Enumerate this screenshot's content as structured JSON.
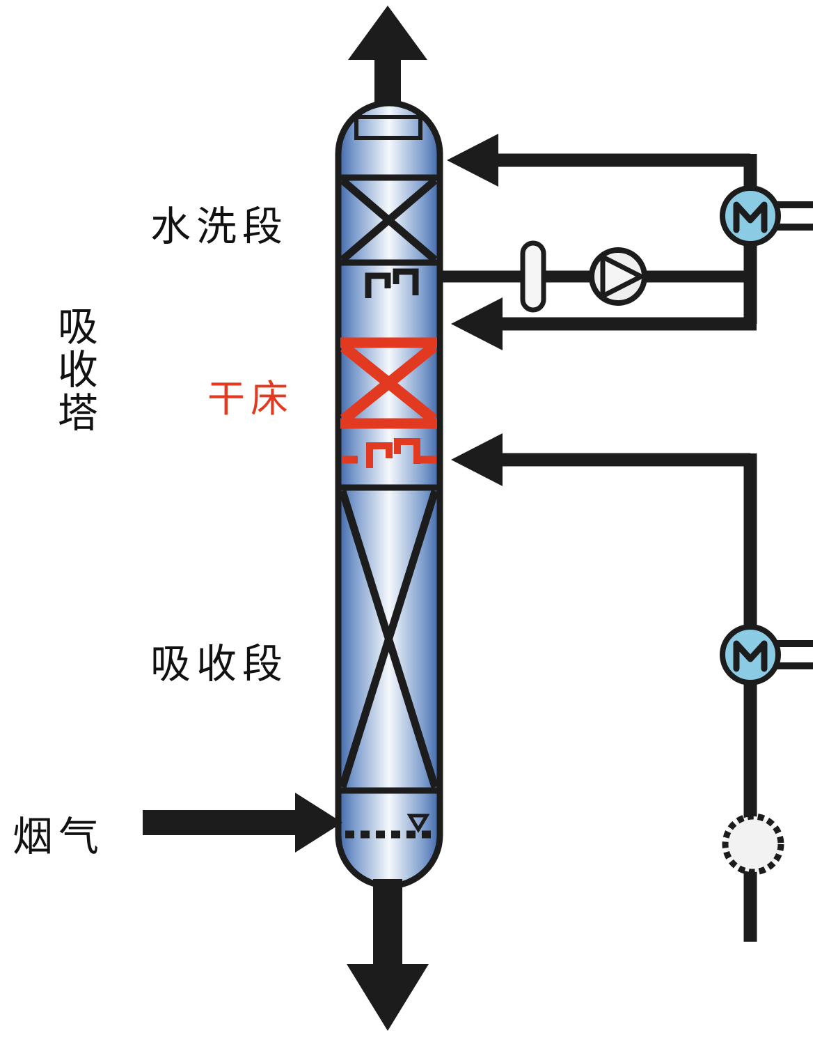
{
  "title": "absorption-tower-process-diagram",
  "labels": {
    "wash_section": "水洗段",
    "tower_name": "吸收塔",
    "dry_bed": "干床",
    "absorption_section": "吸收段",
    "flue_gas": "烟气"
  },
  "colors": {
    "line_black": "#1c1c1c",
    "dry_bed_red": "#e23a20",
    "exchanger_blue": "#8ccbe4",
    "column_edge_blue": "#3f66a7",
    "equipment_fill_gray": "#efefef"
  },
  "icons": {
    "heat_exchanger_top": "heat-exchanger-icon",
    "heat_exchanger_bottom": "heat-exchanger-icon",
    "pump": "pump-icon",
    "valve": "valve-icon",
    "circulation_pump": "circulation-pump-icon",
    "level_indicator": "level-indicator-icon"
  }
}
